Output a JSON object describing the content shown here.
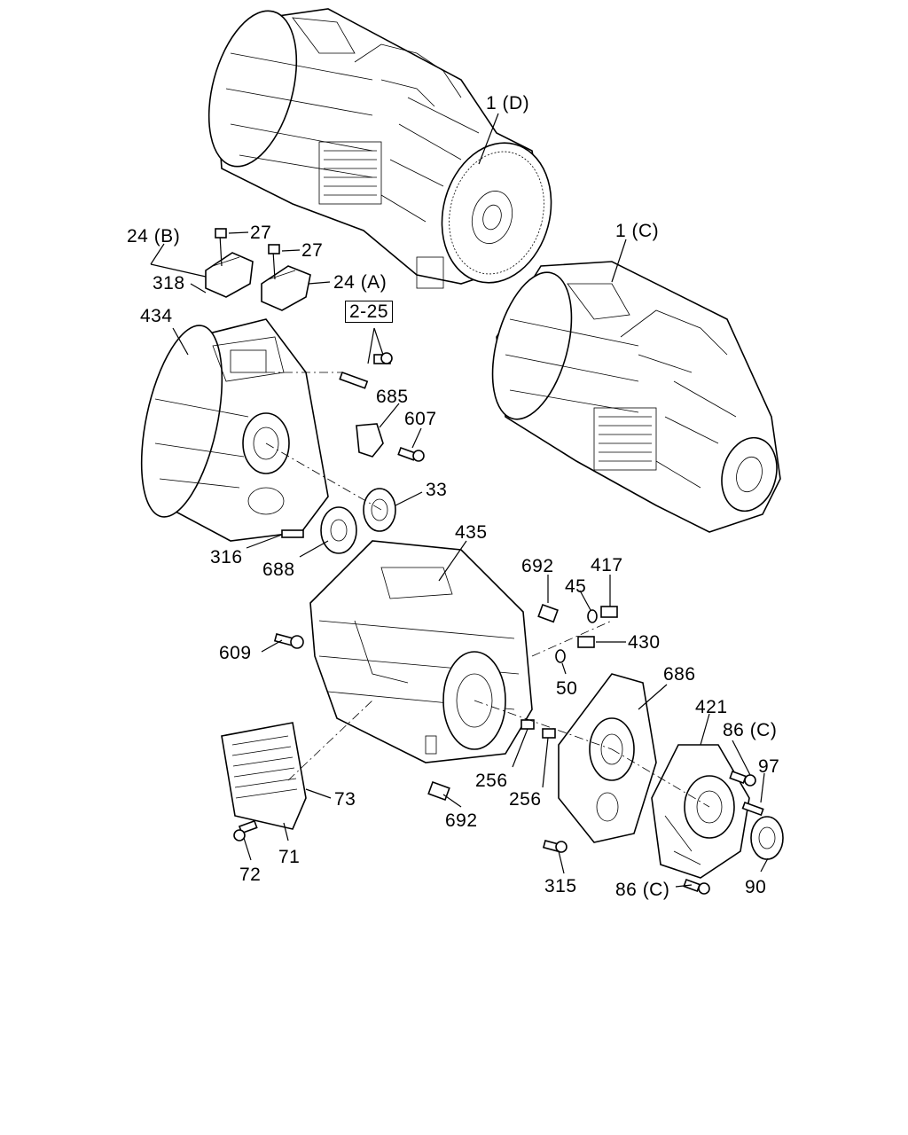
{
  "labels": {
    "l_1D": "1 (D)",
    "l_1C": "1 (C)",
    "l_24B": "24 (B)",
    "l_27a": "27",
    "l_27b": "27",
    "l_318": "318",
    "l_24A": "24 (A)",
    "l_2_25": "2-25",
    "l_434": "434",
    "l_685": "685",
    "l_607": "607",
    "l_33": "33",
    "l_316": "316",
    "l_688": "688",
    "l_435": "435",
    "l_692a": "692",
    "l_417": "417",
    "l_45": "45",
    "l_430": "430",
    "l_50": "50",
    "l_609": "609",
    "l_686": "686",
    "l_421": "421",
    "l_86Ca": "86 (C)",
    "l_97": "97",
    "l_256a": "256",
    "l_256b": "256",
    "l_73": "73",
    "l_692b": "692",
    "l_71": "71",
    "l_72": "72",
    "l_315": "315",
    "l_86Cb": "86 (C)",
    "l_90": "90"
  }
}
